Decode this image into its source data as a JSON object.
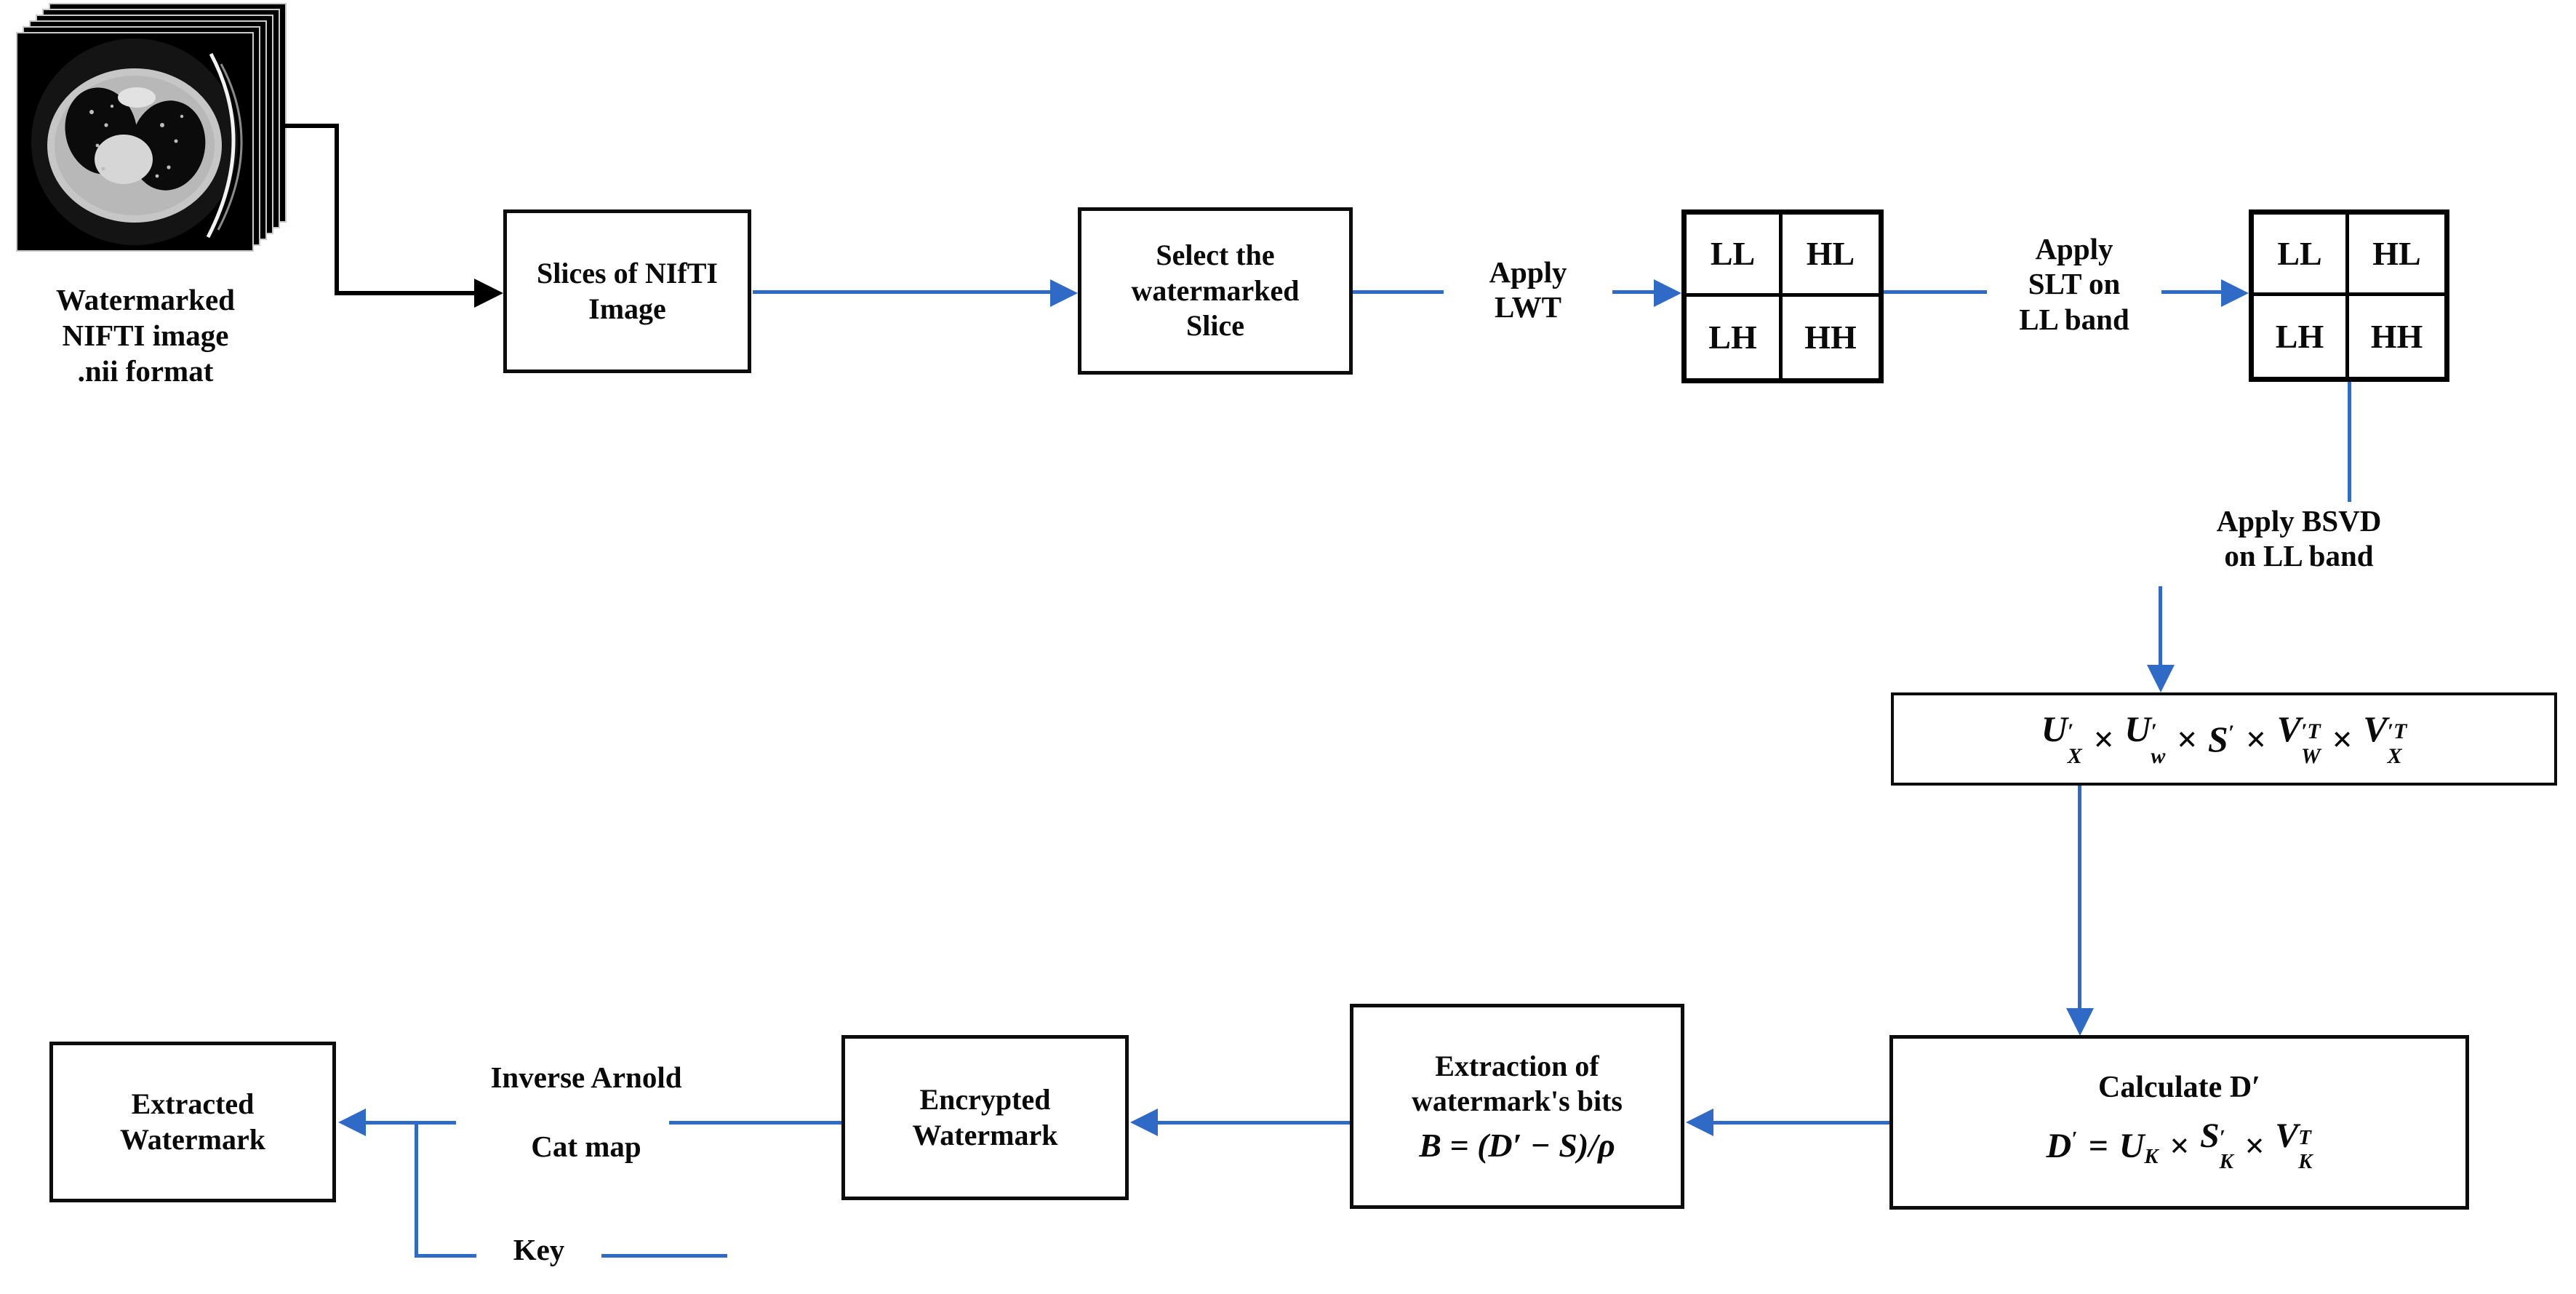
{
  "figure_type": "watermark-extraction-flow-diagram",
  "colors": {
    "arrow_blue": "#2F6BC6",
    "line_black": "#000000"
  },
  "source": {
    "caption": [
      "Watermarked",
      "NIFTI image",
      ".nii format"
    ]
  },
  "boxes": {
    "slices": {
      "lines": [
        "Slices of NIfTI",
        "Image"
      ]
    },
    "select": {
      "lines": [
        "Select the",
        "watermarked",
        "Slice"
      ]
    },
    "calculate": {
      "title": "Calculate D′"
    },
    "extraction": {
      "lines": [
        "Extraction of",
        "watermark's bits"
      ],
      "formula": "B = (D′ − S)/ρ"
    },
    "encrypted": {
      "lines": [
        "Encrypted",
        "Watermark"
      ]
    },
    "extracted": {
      "lines": [
        "Extracted",
        "Watermark"
      ]
    }
  },
  "grids": {
    "lwt": {
      "cells": [
        "LL",
        "HL",
        "LH",
        "HH"
      ]
    },
    "slt": {
      "cells": [
        "LL",
        "HL",
        "LH",
        "HH"
      ]
    }
  },
  "labels": {
    "apply_lwt": [
      "Apply",
      "LWT"
    ],
    "apply_slt": [
      "Apply",
      "SLT on",
      "LL band"
    ],
    "apply_bsvd": [
      "Apply BSVD",
      "on LL band"
    ],
    "inverse_arnold": [
      "Inverse Arnold",
      "Cat map"
    ],
    "key": "Key"
  },
  "formulas": {
    "bsvd_product": [
      {
        "base": "U",
        "sup": "′",
        "sub": "X"
      },
      {
        "op": "×"
      },
      {
        "base": "U",
        "sup": "′",
        "sub": "w"
      },
      {
        "op": "×"
      },
      {
        "base": "S",
        "sup": "′"
      },
      {
        "op": "×"
      },
      {
        "base": "V",
        "sup": "′T",
        "sub": "W"
      },
      {
        "op": "×"
      },
      {
        "base": "V",
        "sup": "′T",
        "sub": "X"
      }
    ],
    "calculate_d": [
      {
        "base": "D",
        "sup": "′"
      },
      {
        "op": "="
      },
      {
        "base": "U",
        "sub": "K"
      },
      {
        "op": "×"
      },
      {
        "base": "S",
        "sup": "′",
        "sub": "K"
      },
      {
        "op": "×"
      },
      {
        "base": "V",
        "sup": "T",
        "sub": "K"
      }
    ]
  }
}
